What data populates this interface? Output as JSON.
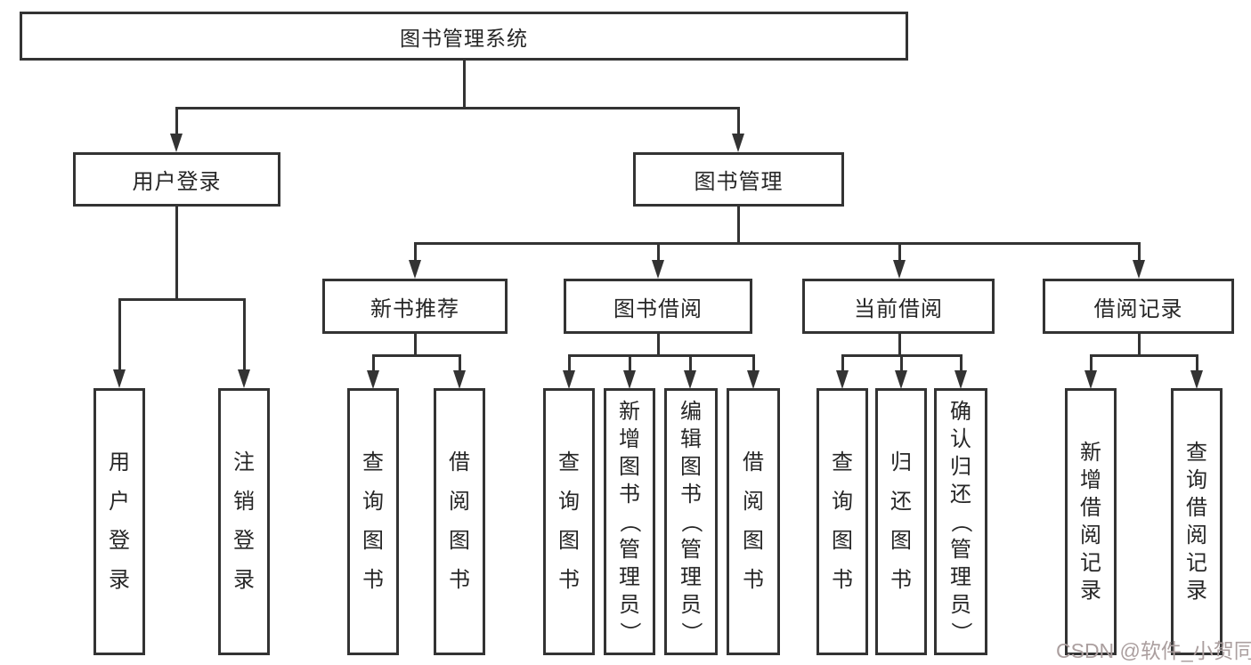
{
  "colors": {
    "line": "#333333",
    "border": "#333333",
    "text": "#262626",
    "box_bg": "#ffffff",
    "watermark": "#ab9f9f"
  },
  "nodes": {
    "root": "图书管理系统",
    "level2": [
      {
        "label": "用户登录"
      },
      {
        "label": "图书管理"
      }
    ],
    "level3": [
      {
        "label": "新书推荐"
      },
      {
        "label": "图书借阅"
      },
      {
        "label": "当前借阅"
      },
      {
        "label": "借阅记录"
      }
    ],
    "leaves": {
      "user_login": [
        {
          "label": "用户登录"
        },
        {
          "label": "注销登录"
        }
      ],
      "new_book_recommend": [
        {
          "label": "查询图书"
        },
        {
          "label": "借阅图书"
        }
      ],
      "book_borrow": [
        {
          "label": "查询图书"
        },
        {
          "label": "新增图书（管理员）"
        },
        {
          "label": "编辑图书（管理员）"
        },
        {
          "label": "借阅图书"
        }
      ],
      "current_borrow": [
        {
          "label": "查询图书"
        },
        {
          "label": "归还图书"
        },
        {
          "label": "确认归还（管理员）"
        }
      ],
      "borrow_records": [
        {
          "label": "新增借阅记录"
        },
        {
          "label": "查询借阅记录"
        }
      ]
    }
  },
  "watermark": {
    "text": "CSDN @软件_小贺同学"
  }
}
